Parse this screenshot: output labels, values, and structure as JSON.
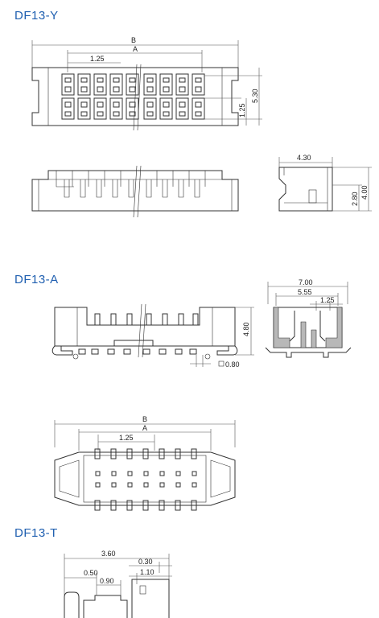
{
  "sections": {
    "df13y": {
      "title": "DF13-Y"
    },
    "df13a": {
      "title": "DF13-A"
    },
    "df13t": {
      "title": "DF13-T"
    }
  },
  "labels": {
    "y_top_B": "B",
    "y_top_A": "A",
    "y_top_pitch": "1.25",
    "y_top_h1": "5.30",
    "y_top_h2": "1.25",
    "y_side_w": "4.30",
    "y_side_h1": "2.80",
    "y_side_h2": "4.00",
    "a_front_h": "4.80",
    "a_pin": "0.80",
    "a_side_w1": "7.00",
    "a_side_w2": "5.55",
    "a_side_w3": "1.25",
    "a_bot_B": "B",
    "a_bot_A": "A",
    "a_bot_pitch": "1.25",
    "t_w1": "3.60",
    "t_w2": "0.30",
    "t_w3": "0.50",
    "t_w4": "1.10",
    "t_w5": "0.90"
  }
}
